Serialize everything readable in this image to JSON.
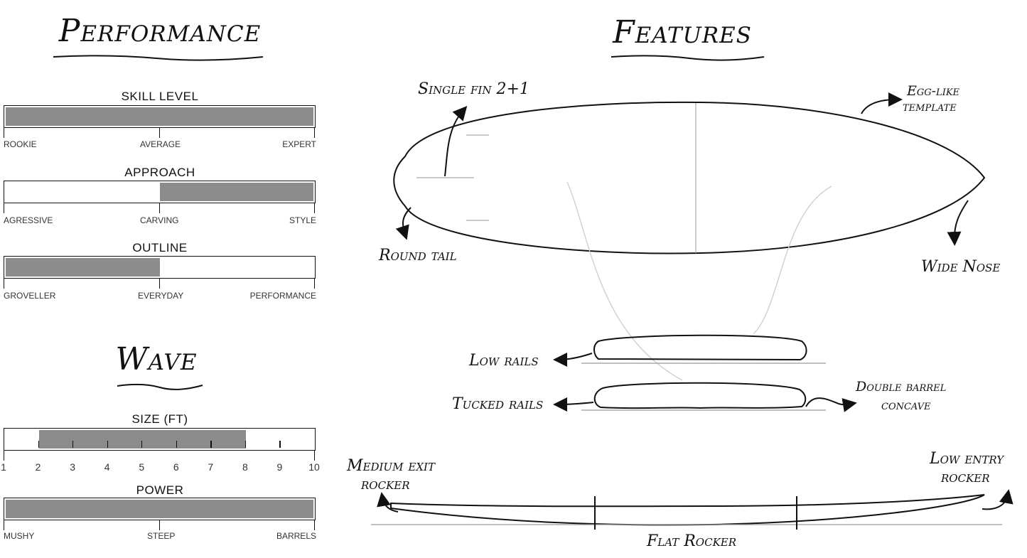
{
  "headings": {
    "performance": "Performance",
    "features": "Features",
    "wave": "Wave"
  },
  "meters": {
    "skill": {
      "title": "SKILL LEVEL",
      "low": "ROOKIE",
      "mid": "AVERAGE",
      "high": "EXPERT",
      "fill_start": 0.0,
      "fill_end": 1.0
    },
    "approach": {
      "title": "APPROACH",
      "low": "AGRESSIVE",
      "mid": "CARVING",
      "high": "STYLE",
      "fill_start": 0.5,
      "fill_end": 1.0
    },
    "outline": {
      "title": "OUTLINE",
      "low": "GROVELLER",
      "mid": "EVERYDAY",
      "high": "PERFORMANCE",
      "fill_start": 0.0,
      "fill_end": 0.5
    },
    "power": {
      "title": "POWER",
      "low": "MUSHY",
      "mid": "STEEP",
      "high": "BARRELS",
      "fill_start": 0.0,
      "fill_end": 1.0
    }
  },
  "size": {
    "title": "SIZE (FT)",
    "ticks": [
      "1",
      "2",
      "3",
      "4",
      "5",
      "6",
      "7",
      "8",
      "9",
      "10"
    ],
    "range": [
      2,
      8
    ],
    "axis": [
      1,
      10
    ]
  },
  "features": {
    "single_fin": "Single fin 2+1",
    "egg_like_1": "Egg-like",
    "egg_like_2": "template",
    "round_tail": "Round tail",
    "wide_nose": "Wide Nose",
    "low_rails": "Low rails",
    "tucked_rails": "Tucked rails",
    "double_barrel_1": "Double barrel",
    "double_barrel_2": "concave",
    "medium_exit_1": "Medium exit",
    "medium_exit_2": "rocker",
    "low_entry_1": "Low entry",
    "low_entry_2": "rocker",
    "flat_rocker": "Flat Rocker"
  }
}
